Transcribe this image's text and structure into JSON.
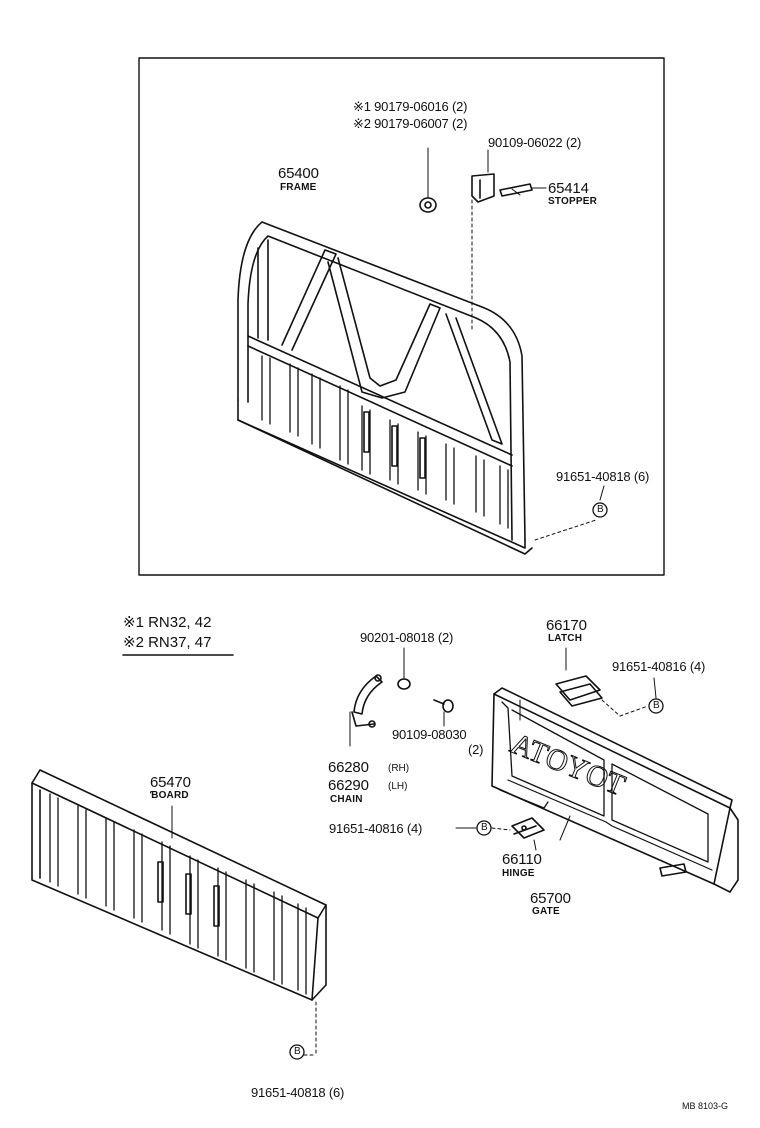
{
  "frame_group": {
    "part1": "※1 90179-06016 (2)",
    "part2": "※2 90179-06007 (2)",
    "bolt": "90109-06022 (2)",
    "frame_no": "65400",
    "frame_name": "FRAME",
    "stopper_no": "65414",
    "stopper_name": "STOPPER",
    "screw": "91651-40818 (6)",
    "callout": "B"
  },
  "legend": {
    "line1": "※1 RN32, 42",
    "line2": "※2 RN37, 47"
  },
  "gate_group": {
    "washer": "90201-08018 (2)",
    "latch_no": "66170",
    "latch_name": "LATCH",
    "latch_screw": "91651-40816 (4)",
    "bolt2": "90109-08030",
    "bolt2_qty": "(2)",
    "chain_rh": "66280",
    "chain_rh_side": "(RH)",
    "chain_lh": "66290",
    "chain_lh_side": "(LH)",
    "chain_name": "CHAIN",
    "hinge_screw": "91651-40816 (4)",
    "hinge_no": "66110",
    "hinge_name": "HINGE",
    "gate_no": "65700",
    "gate_name": "GATE",
    "gate_lettering": "TOYOTA"
  },
  "board_group": {
    "board_no": "65470",
    "board_name": "ƁOARD",
    "screw": "91651-40818 (6)",
    "callout": "B"
  },
  "ref_code": "MB 8103-G"
}
